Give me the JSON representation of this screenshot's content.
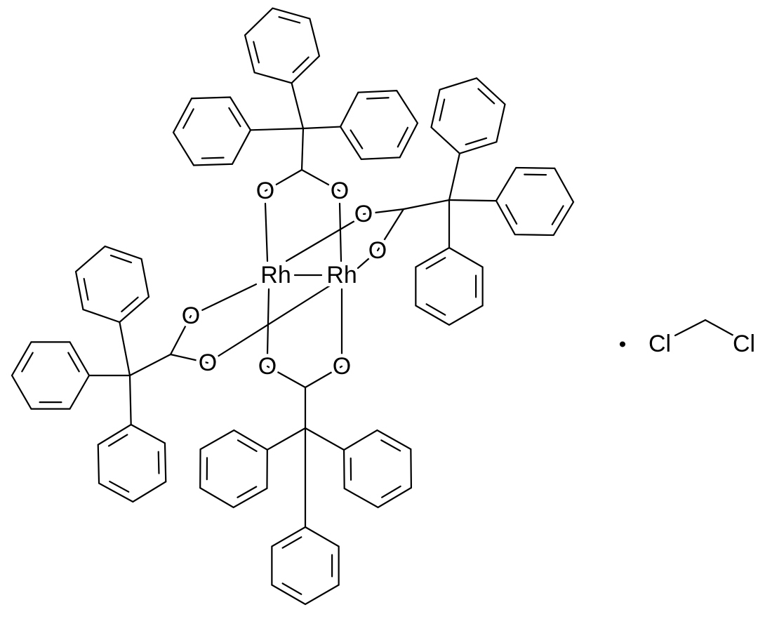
{
  "labels": {
    "rhodium": "Rh",
    "oxygen": "O",
    "chlorine": "Cl",
    "solvate_dot": "•"
  },
  "colors": {
    "line": "#000000",
    "background": "#ffffff"
  }
}
